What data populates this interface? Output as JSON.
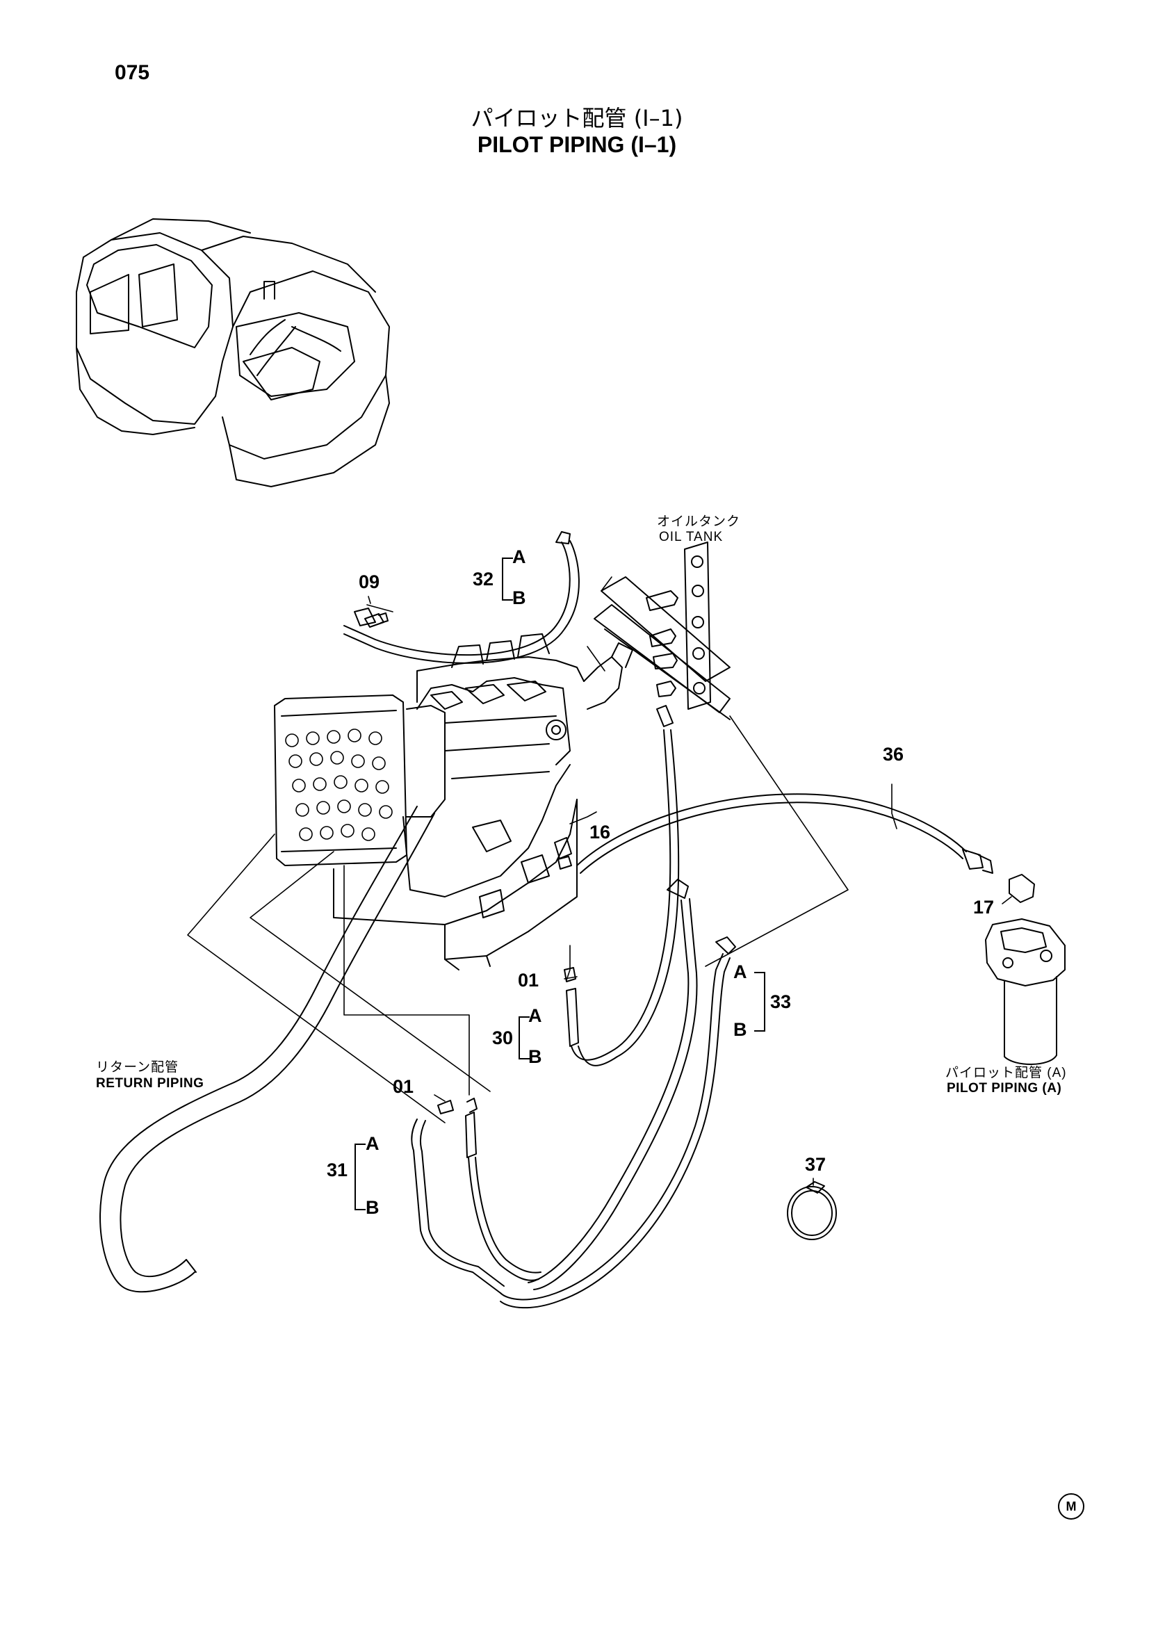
{
  "page": {
    "number": "075"
  },
  "title": {
    "jp": "パイロット配管 (I–1)",
    "en": "PILOT PIPING (I–1)"
  },
  "notes": {
    "oil_tank_jp": "オイルタンク",
    "oil_tank_en": "OIL TANK",
    "return_jp": "リターン配管",
    "return_en": "RETURN PIPING",
    "pilot_a_jp": "パイロット配管 (A)",
    "pilot_a_en": "PILOT PIPING (A)"
  },
  "callouts": {
    "p09": "09",
    "p32": "32",
    "p36": "36",
    "p16": "16",
    "p17": "17",
    "p01a": "01",
    "p30": "30",
    "p33": "33",
    "p01b": "01",
    "p31": "31",
    "p37": "37"
  },
  "letters": {
    "a": "A",
    "b": "B"
  },
  "mark": "M"
}
